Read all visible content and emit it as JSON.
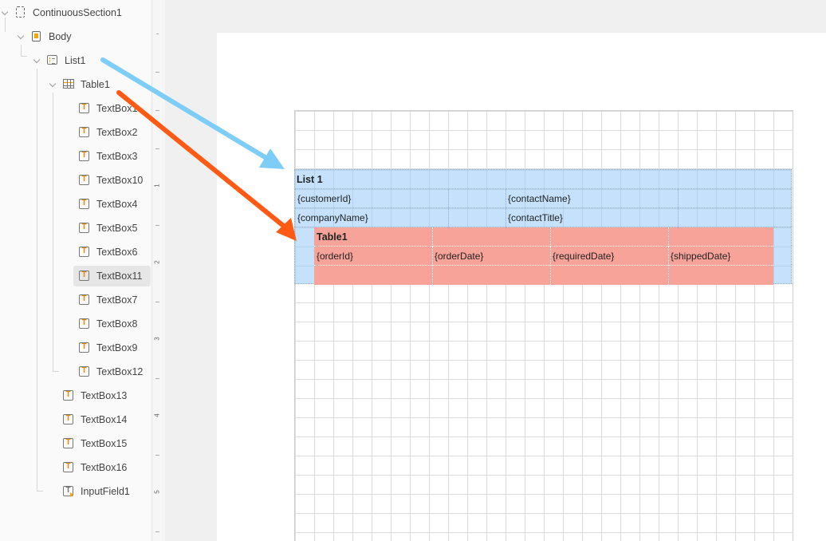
{
  "explorer": {
    "section": "ContinuousSection1",
    "body": "Body",
    "list": "List1",
    "table": "Table1",
    "table_children": [
      "TextBox1",
      "TextBox2",
      "TextBox3",
      "TextBox10",
      "TextBox4",
      "TextBox5",
      "TextBox6",
      "TextBox11",
      "TextBox7",
      "TextBox8",
      "TextBox9",
      "TextBox12"
    ],
    "list_children": [
      "TextBox13",
      "TextBox14",
      "TextBox15",
      "TextBox16"
    ],
    "input_field": "InputField1",
    "selected": "TextBox11"
  },
  "ruler": {
    "labels": [
      "1",
      "2",
      "3",
      "4",
      "5"
    ]
  },
  "designer": {
    "list": {
      "title": "List 1",
      "row1": [
        "{customerId}",
        "{contactName}"
      ],
      "row2": [
        "{companyName}",
        "{contactTitle}"
      ]
    },
    "table": {
      "title": "Table1",
      "fields": [
        "{orderId}",
        "{orderDate}",
        "{requiredDate}",
        "{shippedDate}"
      ]
    }
  },
  "colors": {
    "list_fill": "#c0defc",
    "table_fill": "#f7a39a",
    "arrow_blue": "#7dcdf7",
    "arrow_orange": "#ff5a14",
    "icon_accent": "#f5a500"
  }
}
